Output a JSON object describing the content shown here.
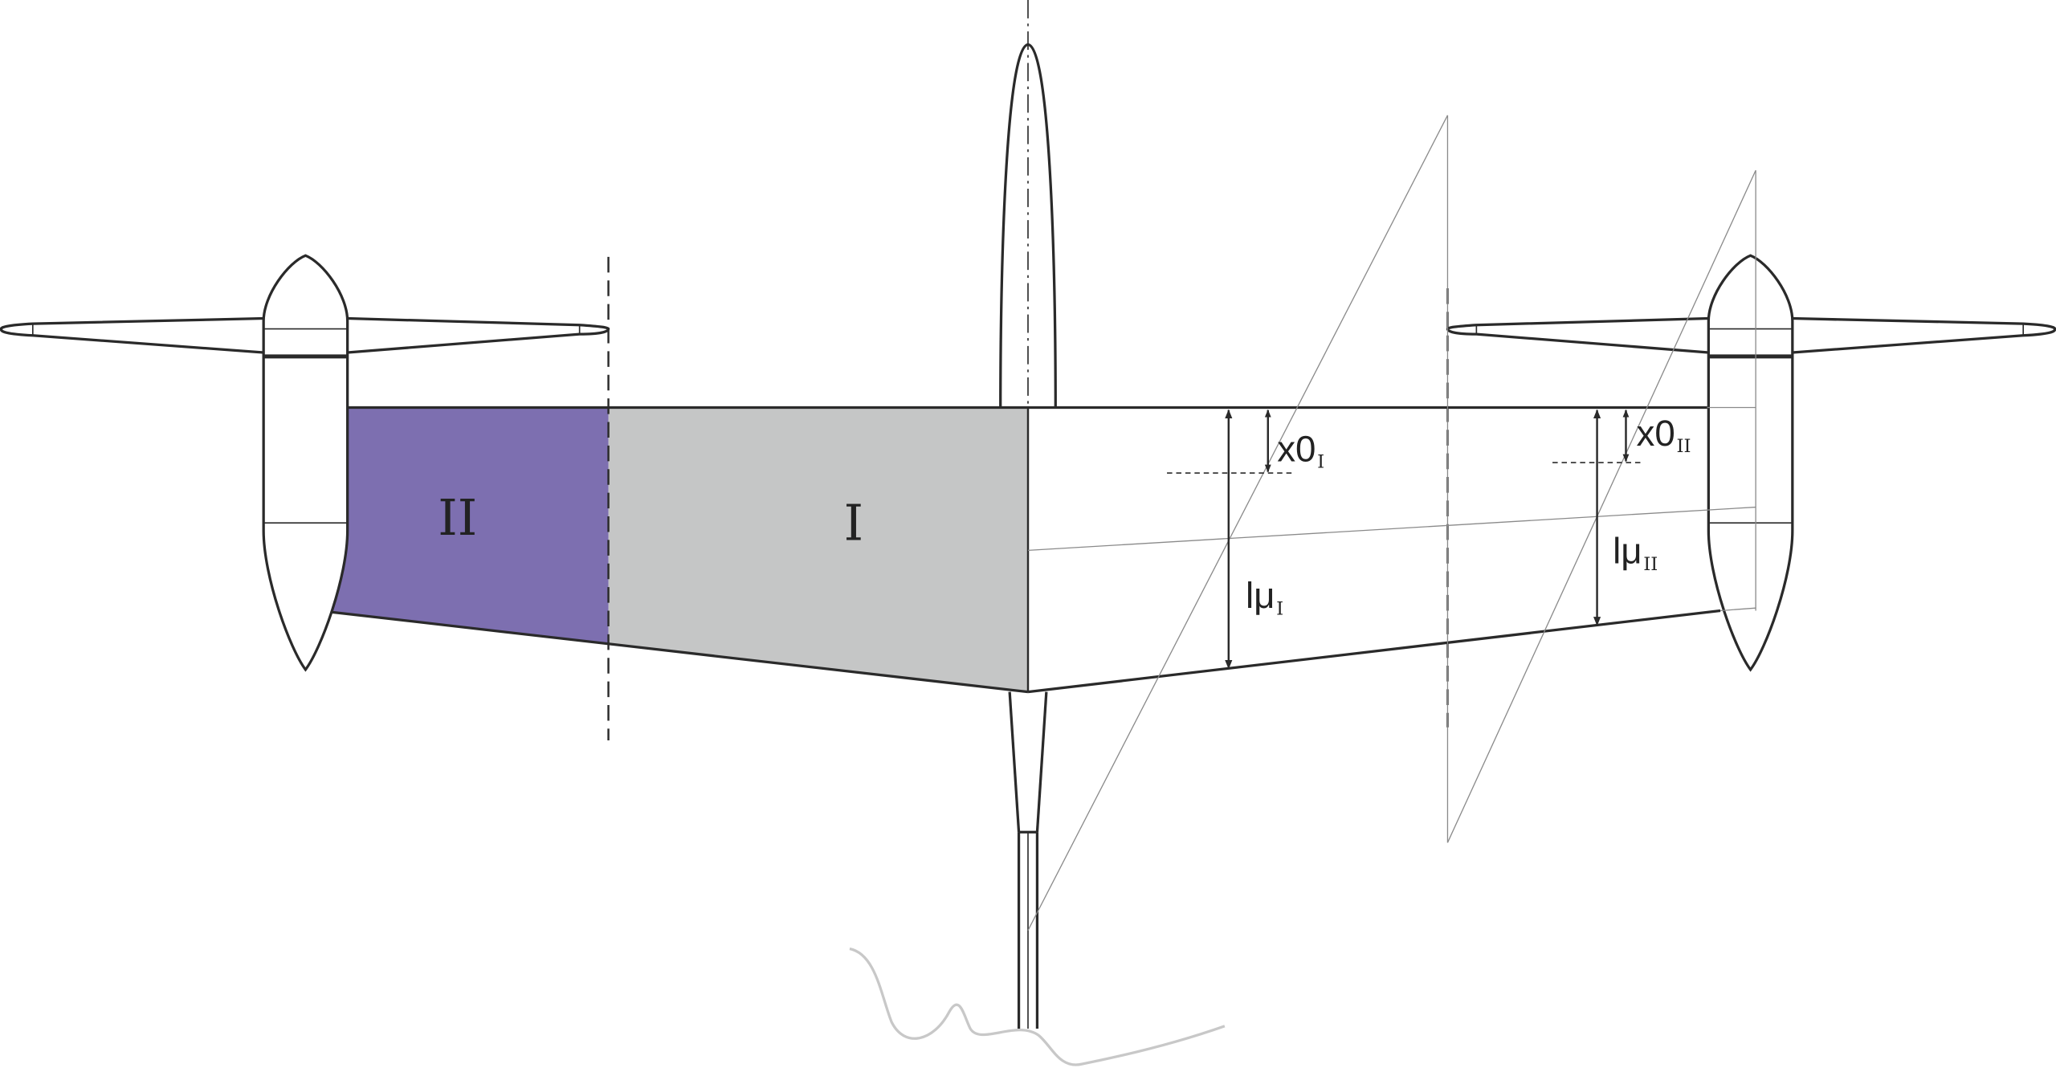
{
  "regions": {
    "one": {
      "label": "I",
      "fill": "#c5c6c6"
    },
    "two": {
      "label": "II",
      "fill": "#7d6fb0"
    }
  },
  "dimensions": {
    "x0_one": {
      "main": "x0",
      "sub": "I"
    },
    "lmu_one": {
      "main": "lμ",
      "sub": "I"
    },
    "x0_two": {
      "main": "x0",
      "sub": "II"
    },
    "lmu_two": {
      "main": "lμ",
      "sub": "II"
    }
  },
  "colors": {
    "stroke": "#2a2a2a",
    "thin": "#8a8a8a",
    "scribble": "#c8c8c8"
  }
}
